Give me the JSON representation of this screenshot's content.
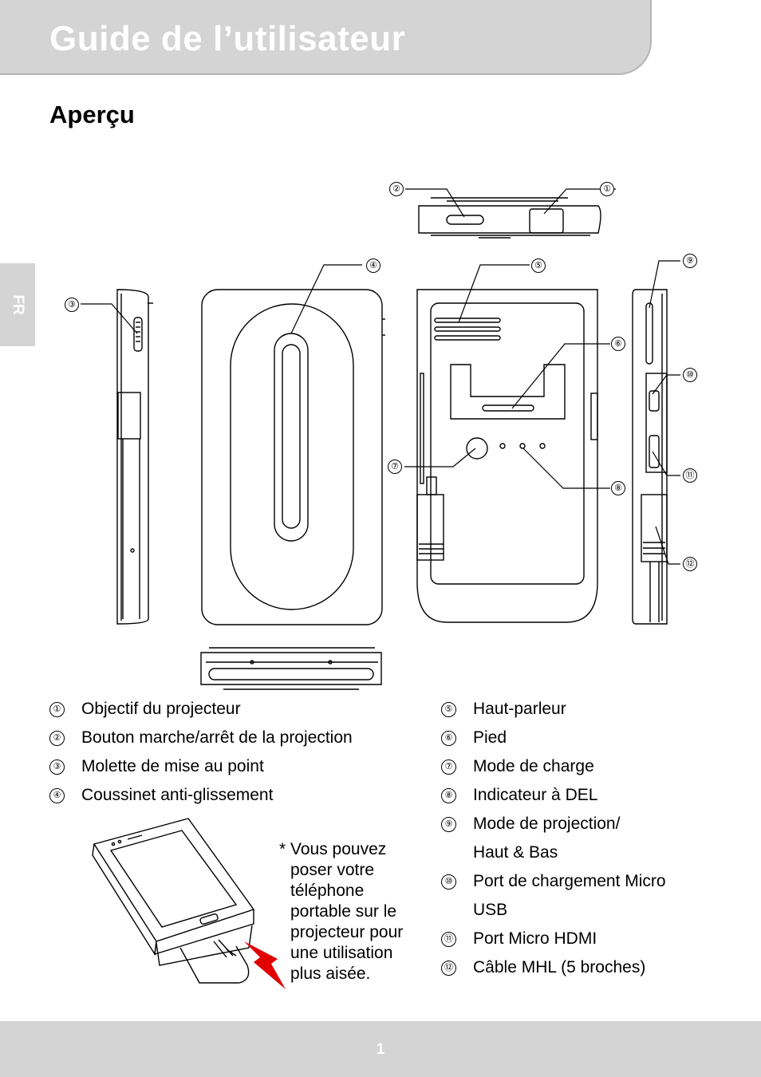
{
  "header": {
    "title": "Guide de l’utilisateur"
  },
  "section": {
    "title": "Aperçu"
  },
  "language_tab": "FR",
  "callouts": [
    "①",
    "②",
    "③",
    "④",
    "⑤",
    "⑥",
    "⑦",
    "⑧",
    "⑨",
    "⑩",
    "⑪",
    "⑫"
  ],
  "legend_left": [
    {
      "num": "①",
      "label": "Objectif du projecteur"
    },
    {
      "num": "②",
      "label": "Bouton marche/arrêt de la projection"
    },
    {
      "num": "③",
      "label": "Molette de mise au point"
    },
    {
      "num": "④",
      "label": "Coussinet anti-glissement"
    }
  ],
  "legend_right": [
    {
      "num": "⑤",
      "label": "Haut-parleur"
    },
    {
      "num": "⑥",
      "label": "Pied"
    },
    {
      "num": "⑦",
      "label": "Mode de charge"
    },
    {
      "num": "⑧",
      "label": "Indicateur à DEL"
    },
    {
      "num": "⑨",
      "label": "Mode de projection/",
      "cont": "Haut & Bas"
    },
    {
      "num": "⑩",
      "label": "Port de chargement Micro",
      "cont": "USB"
    },
    {
      "num": "⑪",
      "label": "Port Micro HDMI"
    },
    {
      "num": "⑫",
      "label": "Câble MHL (5 broches)"
    }
  ],
  "note": {
    "marker": "*",
    "text": "Vous pouvez poser votre téléphone portable sur le projecteur pour une utilisation plus aisée."
  },
  "footer": {
    "page_number": "1"
  }
}
